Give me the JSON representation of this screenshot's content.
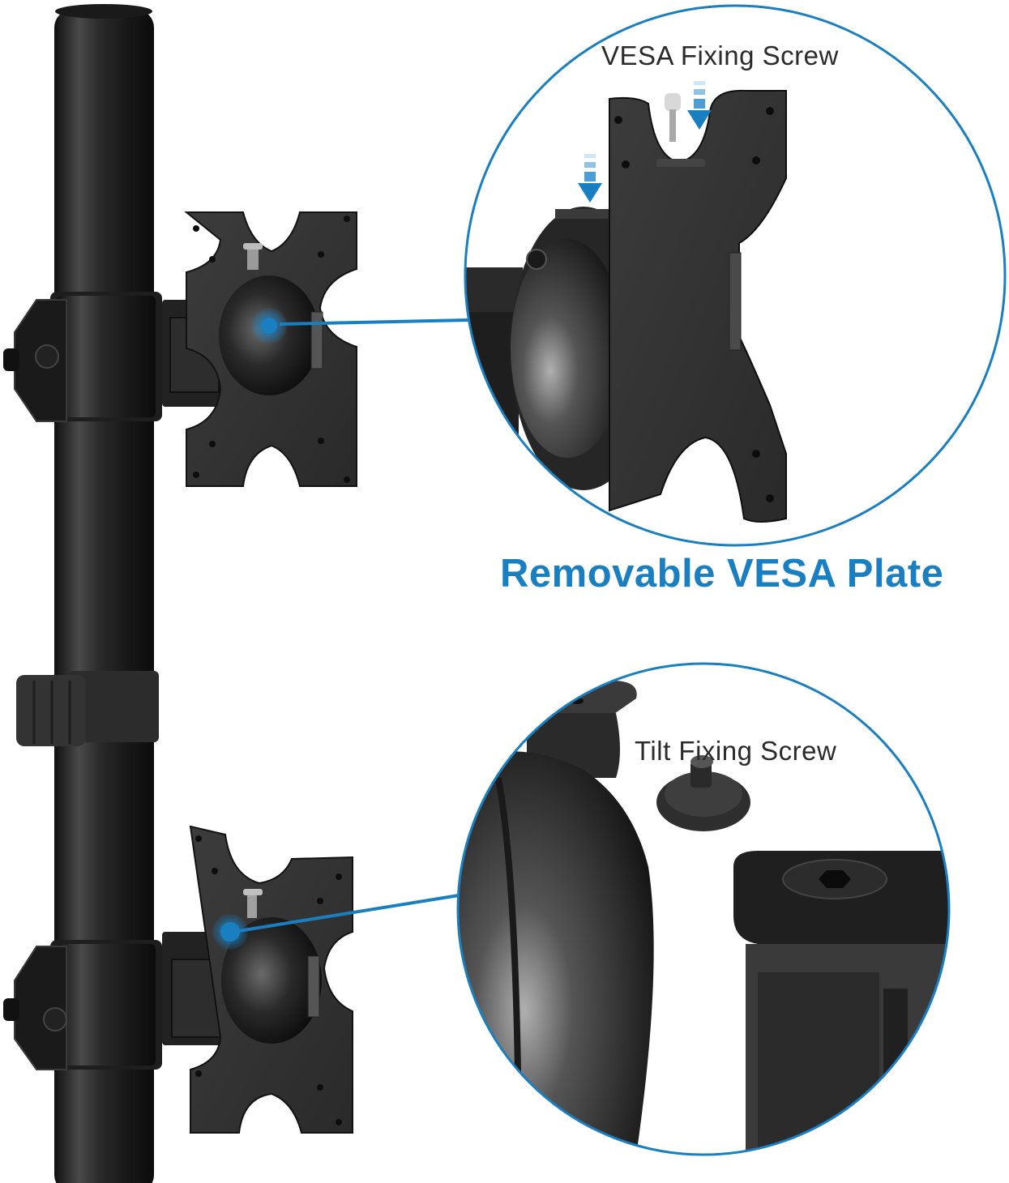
{
  "callouts": {
    "top": {
      "label": "VESA Fixing Screw",
      "caption": "Removable VESA Plate"
    },
    "bottom": {
      "label": "Tilt Fixing Screw"
    }
  },
  "colors": {
    "accent": "#1a7fc1",
    "label_text": "#2b2b2b",
    "metal_dark": "#1c1c1c",
    "metal_mid": "#3a3a3a",
    "background": "#ffffff"
  },
  "icons": {
    "arrow_down": "down-arrow-icon",
    "highlight_dot": "target-dot-icon"
  }
}
